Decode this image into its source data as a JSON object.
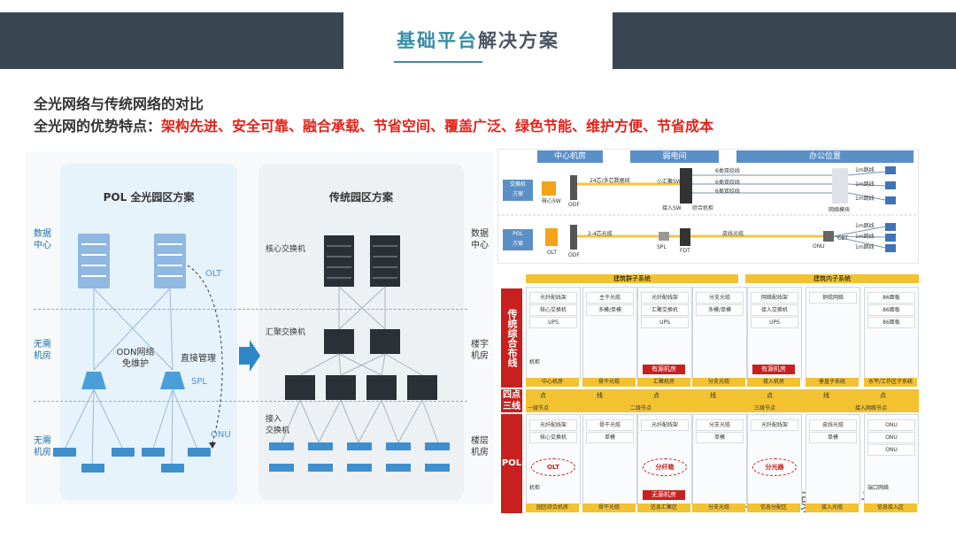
{
  "header": {
    "title_highlight": "基础平台",
    "title_rest": "解决方案"
  },
  "subtitle": {
    "line1": "全光网络与传统网络的对比",
    "line2_prefix": "全光网的优势特点：",
    "line2_highlight": "架构先进、安全可靠、融合承载、节省空间、覆盖广泛、绿色节能、维护方便、节省成本"
  },
  "left_diagram": {
    "pol_title": "POL 全光园区方案",
    "trad_title": "传统园区方案",
    "left_tiers": [
      "数据\n中心",
      "无需\n机房",
      "无需\n机房"
    ],
    "right_tiers": [
      "数据\n中心",
      "楼宇\n机房",
      "楼层\n机房"
    ],
    "olt": "OLT",
    "odn": "ODN网络\n免维护",
    "direct": "直接管理",
    "spl": "SPL",
    "onu": "ONU",
    "core_switch": "核心交换机",
    "agg_switch": "汇聚交换机",
    "access_switch": "接入\n交换机"
  },
  "top_right": {
    "col_headers": [
      "中心机房",
      "弱电间",
      "办公位置"
    ],
    "rows": [
      {
        "tag": "交换机\n方案",
        "core": "核心SW",
        "odf": "ODF",
        "trunk": "24芯/多芯数据线",
        "agg": "小汇聚SW",
        "access": "接入SW",
        "rack": "综合机柜",
        "copper": [
          "6类双绞线",
          "6类双绞线",
          "6类双绞线"
        ],
        "panel": "网络模块",
        "dist": [
          "1m跳线",
          "1m跳线",
          "1m跳线"
        ]
      },
      {
        "tag": "POL\n方案",
        "olt": "OLT",
        "odf": "ODF",
        "trunk": "2-4芯光缆",
        "spl": "SPL",
        "fdt": "FDT",
        "fiber": "皮线光缆",
        "onu": "ONU",
        "cbt": "CBT",
        "dist": [
          "1m跳线",
          "1m跳线",
          "1m跳线"
        ]
      }
    ]
  },
  "bottom_right": {
    "group_headers": [
      "建筑群子系统",
      "建筑内子系统"
    ],
    "trad_label": "传统综合布线",
    "pol_label": "POL",
    "mid_label": "四点三线",
    "trad_cols": [
      {
        "items": [
          "光纤配线架",
          "核心交换机",
          "UPS"
        ],
        "foot": "中心机房",
        "extra": "机柜"
      },
      {
        "items": [
          "主干光缆",
          "多模/单模"
        ],
        "foot": "骨干光缆"
      },
      {
        "items": [
          "光纤配线架",
          "汇聚交换机",
          "UPS"
        ],
        "foot": "汇聚机房",
        "tag": "有源机房"
      },
      {
        "items": [
          "分支光缆",
          "多模/单模"
        ],
        "foot": "分支光缆"
      },
      {
        "items": [
          "网络配线架",
          "接入交换机",
          "UPS"
        ],
        "foot": "接入机房",
        "tag": "有源机房"
      },
      {
        "items": [
          "铜缆网络"
        ],
        "foot": "垂直子系统"
      },
      {
        "items": [
          "86面板",
          "86面板",
          "86面板"
        ],
        "foot": "水平/工作区子系统"
      }
    ],
    "mid_points": [
      "点",
      "线",
      "点",
      "线",
      "点",
      "线",
      "点"
    ],
    "mid_nodes": [
      "一级节点",
      "二级节点",
      "三级节点",
      "接入网络节点"
    ],
    "pol_cols": [
      {
        "items": [
          "光纤配线架",
          "核心交换机"
        ],
        "circle": "OLT",
        "foot": "园区综合机房",
        "extra": "机柜"
      },
      {
        "items": [
          "骨干光缆",
          "单模"
        ],
        "foot": "骨干光缆"
      },
      {
        "items": [
          "光纤配线架"
        ],
        "circle": "分纤箱",
        "foot": "信息汇聚区",
        "tag": "无源机房"
      },
      {
        "items": [
          "分支光缆",
          "单模"
        ],
        "foot": "分支光缆"
      },
      {
        "items": [
          "光纤配线架"
        ],
        "circle": "分光器",
        "foot": "信息分配区"
      },
      {
        "items": [
          "皮线光缆",
          "单模"
        ],
        "foot": "接入光缆"
      },
      {
        "items": [
          "ONU",
          "ONU",
          "ONU"
        ],
        "foot": "信息接入区",
        "extra": "端口网络"
      }
    ]
  },
  "watermark": "智能化弱电知识网",
  "colors": {
    "header_bar": "#3a4552",
    "accent_teal": "#3a8fa7",
    "red": "#e2231a",
    "section_red": "#c8201e",
    "gold": "#f2c230",
    "blue_header": "#5b8fc7"
  }
}
